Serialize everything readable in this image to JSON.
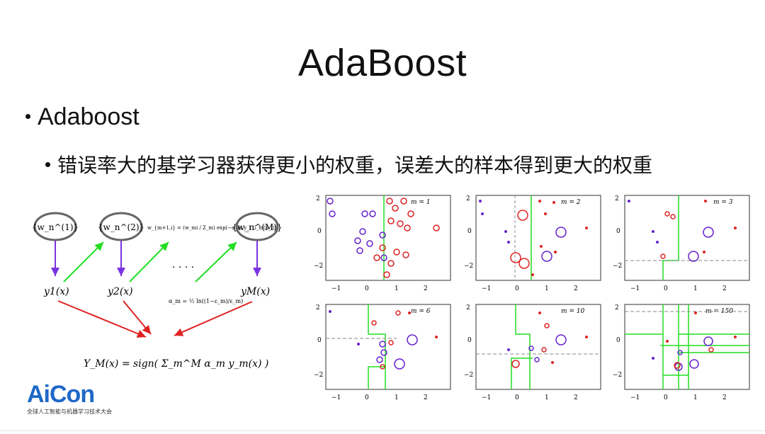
{
  "slide": {
    "title": "AdaBoost",
    "bullet1": "Adaboost",
    "bullet2": "错误率大的基学习器获得更小的权重，误差大的样本得到更大的权重"
  },
  "diagram": {
    "weight_nodes": [
      "{w_n^(1)}",
      "{w_n^(2)}",
      "{w_n^(M)}"
    ],
    "classifier_labels": [
      "y1(x)",
      "y2(x)",
      "yM(x)"
    ],
    "ellipsis": ". . . .",
    "weight_update_formula": "w_{m+1,i} = (w_mi / Z_m) exp(−α_m y_i G_m(x_i))",
    "alpha_formula": "α_m = ½ ln((1−ε_m)/ε_m)",
    "final_formula": "Y_M(x) = sign( Σ_m^M α_m y_m(x) )",
    "colors": {
      "classifier_arrow": "#7a33e0",
      "weight_arrow": "#22dd22",
      "combine_arrow": "#e02222"
    }
  },
  "plots": [
    {
      "label": "m = 1"
    },
    {
      "label": "m = 2"
    },
    {
      "label": "m = 3"
    },
    {
      "label": "m = 6"
    },
    {
      "label": "m = 10"
    },
    {
      "label": "m = 150"
    }
  ],
  "plot_axes": {
    "y_ticks": [
      "2",
      "0",
      "−2"
    ],
    "x_ticks": [
      "−1",
      "0",
      "1",
      "2"
    ]
  },
  "logo": {
    "word": "AiCon",
    "subtitle": "全球人工智能与机器学习技术大会",
    "color": "#1f68c7"
  }
}
